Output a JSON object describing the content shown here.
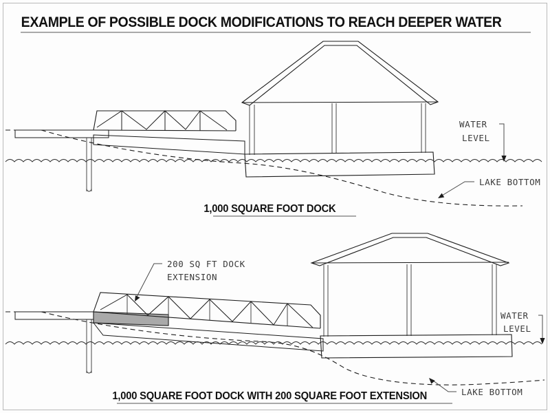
{
  "document": {
    "title": "EXAMPLE OF POSSIBLE DOCK MODIFICATIONS TO REACH DEEPER WATER",
    "border_color": "#b9b9b9",
    "background_color": "#fdfdfd",
    "line_color": "#1c1c1c",
    "extension_fill_color": "#a9a9a9"
  },
  "figures": [
    {
      "id": "upper",
      "caption": "1,000 SQUARE FOOT DOCK",
      "annotations": [
        {
          "name": "water-level",
          "line1": "WATER",
          "line2": "LEVEL"
        },
        {
          "name": "lake-bottom",
          "text": "LAKE BOTTOM"
        }
      ],
      "elements": [
        "shore-walkway",
        "support-piling",
        "truss-ramp",
        "boathouse-roof",
        "boathouse-posts",
        "dock-platform",
        "water-line",
        "lake-bottom-profile",
        "ground-line"
      ],
      "truss_bays": 3
    },
    {
      "id": "lower",
      "caption": "1,000 SQUARE FOOT DOCK WITH 200 SQUARE FOOT EXTENSION",
      "annotations": [
        {
          "name": "dock-extension",
          "line1": "200 SQ FT DOCK",
          "line2": "EXTENSION"
        },
        {
          "name": "water-level",
          "line1": "WATER",
          "line2": "LEVEL"
        },
        {
          "name": "lake-bottom",
          "text": "LAKE BOTTOM"
        }
      ],
      "elements": [
        "shore-walkway",
        "support-piling",
        "dock-extension-section",
        "truss-ramp",
        "boathouse-roof",
        "boathouse-posts",
        "dock-platform",
        "water-line",
        "lake-bottom-profile",
        "ground-line"
      ],
      "truss_bays": 5
    }
  ]
}
